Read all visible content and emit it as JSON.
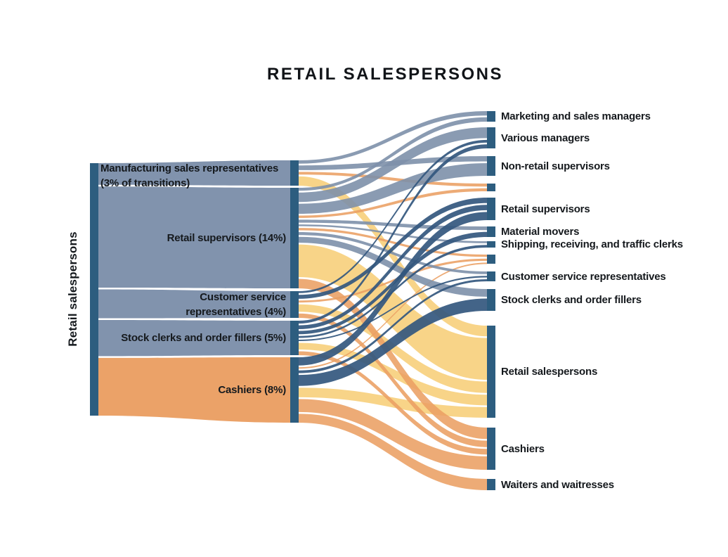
{
  "page": {
    "background": "#ffffff"
  },
  "chart_data": {
    "type": "sankey",
    "title": "RETAIL SALESPERSONS",
    "left_axis_label": "Retail salespersons",
    "legend_note": "middle labels show percent of transitions",
    "nodes": {
      "left": [
        {
          "id": "retail-salespersons",
          "label": "Retail salespersons"
        }
      ],
      "middle": [
        {
          "id": "mfg",
          "pct": 3,
          "label_lines": [
            "Manufacturing sales representatives",
            "(3% of transitions)"
          ]
        },
        {
          "id": "retail-sup",
          "pct": 14,
          "label_lines": [
            "Retail supervisors (14%)"
          ]
        },
        {
          "id": "cust-serv",
          "pct": 4,
          "label_lines": [
            "Customer service",
            "representatives (4%)"
          ]
        },
        {
          "id": "stock",
          "pct": 5,
          "label_lines": [
            "Stock clerks and order fillers (5%)"
          ]
        },
        {
          "id": "cashiers",
          "pct": 8,
          "label_lines": [
            "Cashiers (8%)"
          ]
        }
      ],
      "right": [
        {
          "id": "marketing",
          "label": "Marketing and sales managers"
        },
        {
          "id": "various-mgr",
          "label": "Various managers"
        },
        {
          "id": "nonretail-sup",
          "label": "Non-retail supervisors"
        },
        {
          "id": "service-a",
          "label": ""
        },
        {
          "id": "retail-sup-r",
          "label": "Retail supervisors"
        },
        {
          "id": "material-movers",
          "label": "Material movers"
        },
        {
          "id": "shipping",
          "label": "Shipping, receiving, and traffic clerks"
        },
        {
          "id": "service-b",
          "label": ""
        },
        {
          "id": "cust-serv-r",
          "label": "Customer service representatives"
        },
        {
          "id": "stock-r",
          "label": "Stock clerks and order fillers"
        },
        {
          "id": "retail-sales-r",
          "label": "Retail salespersons"
        },
        {
          "id": "cashiers-r",
          "label": "Cashiers"
        },
        {
          "id": "waiters",
          "label": "Waiters and waitresses"
        }
      ]
    },
    "flows": [
      {
        "source": "retail-salespersons",
        "target": "mfg",
        "value": 3,
        "color": "gray"
      },
      {
        "source": "retail-salespersons",
        "target": "retail-sup",
        "value": 14,
        "color": "gray"
      },
      {
        "source": "retail-salespersons",
        "target": "cust-serv",
        "value": 4,
        "color": "gray"
      },
      {
        "source": "retail-salespersons",
        "target": "stock",
        "value": 5,
        "color": "gray"
      },
      {
        "source": "retail-salespersons",
        "target": "cashiers",
        "value": 8,
        "color": "orange"
      },
      {
        "source": "mfg",
        "target": "marketing",
        "value": 0.5,
        "color": "gray"
      },
      {
        "source": "mfg",
        "target": "nonretail-sup",
        "value": 0.7,
        "color": "gray"
      },
      {
        "source": "mfg",
        "target": "service-a",
        "value": 0.4,
        "color": "orange"
      },
      {
        "source": "mfg",
        "target": "retail-sales-r",
        "value": 1.4,
        "color": "yellow"
      },
      {
        "source": "retail-sup",
        "target": "marketing",
        "value": 0.5,
        "color": "gray"
      },
      {
        "source": "retail-sup",
        "target": "various-mgr",
        "value": 1.6,
        "color": "gray"
      },
      {
        "source": "retail-sup",
        "target": "nonretail-sup",
        "value": 1.7,
        "color": "gray"
      },
      {
        "source": "retail-sup",
        "target": "service-a",
        "value": 0.4,
        "color": "orange"
      },
      {
        "source": "retail-sup",
        "target": "material-movers",
        "value": 0.5,
        "color": "gray"
      },
      {
        "source": "retail-sup",
        "target": "shipping",
        "value": 0.3,
        "color": "gray"
      },
      {
        "source": "retail-sup",
        "target": "service-b",
        "value": 0.4,
        "color": "orange"
      },
      {
        "source": "retail-sup",
        "target": "cust-serv-r",
        "value": 0.5,
        "color": "gray"
      },
      {
        "source": "retail-sup",
        "target": "stock-r",
        "value": 1.0,
        "color": "gray"
      },
      {
        "source": "retail-sup",
        "target": "retail-sales-r",
        "value": 5.5,
        "color": "yellow"
      },
      {
        "source": "retail-sup",
        "target": "cashiers-r",
        "value": 1.6,
        "color": "orange"
      },
      {
        "source": "cust-serv",
        "target": "various-mgr",
        "value": 0.4,
        "color": "dark"
      },
      {
        "source": "cust-serv",
        "target": "retail-sup-r",
        "value": 0.8,
        "color": "dark"
      },
      {
        "source": "cust-serv",
        "target": "service-b",
        "value": 0.4,
        "color": "orange"
      },
      {
        "source": "cust-serv",
        "target": "retail-sales-r",
        "value": 1.5,
        "color": "yellow"
      },
      {
        "source": "cust-serv",
        "target": "cashiers-r",
        "value": 0.9,
        "color": "orange"
      },
      {
        "source": "stock",
        "target": "various-mgr",
        "value": 0.6,
        "color": "dark"
      },
      {
        "source": "stock",
        "target": "retail-sup-r",
        "value": 0.8,
        "color": "dark"
      },
      {
        "source": "stock",
        "target": "material-movers",
        "value": 0.7,
        "color": "dark"
      },
      {
        "source": "stock",
        "target": "shipping",
        "value": 0.4,
        "color": "dark"
      },
      {
        "source": "stock",
        "target": "cust-serv-r",
        "value": 0.3,
        "color": "dark"
      },
      {
        "source": "stock",
        "target": "retail-sales-r",
        "value": 1.4,
        "color": "yellow"
      },
      {
        "source": "stock",
        "target": "cashiers-r",
        "value": 0.8,
        "color": "orange"
      },
      {
        "source": "cashiers",
        "target": "retail-sup-r",
        "value": 1.2,
        "color": "dark"
      },
      {
        "source": "cashiers",
        "target": "service-b",
        "value": 0.2,
        "color": "orange"
      },
      {
        "source": "cashiers",
        "target": "cust-serv-r",
        "value": 0.4,
        "color": "dark"
      },
      {
        "source": "cashiers",
        "target": "stock-r",
        "value": 1.6,
        "color": "dark"
      },
      {
        "source": "cashiers",
        "target": "retail-sales-r",
        "value": 1.4,
        "color": "yellow"
      },
      {
        "source": "cashiers",
        "target": "cashiers-r",
        "value": 1.9,
        "color": "orange"
      },
      {
        "source": "cashiers",
        "target": "waiters",
        "value": 1.3,
        "color": "orange"
      }
    ],
    "colors": {
      "node": "#2d5d7f",
      "gray": "#7d90aa",
      "dark": "#33577e",
      "orange": "#ea9f63",
      "yellow": "#f7d07e",
      "text": "#15191d",
      "background": "#ffffff"
    }
  }
}
